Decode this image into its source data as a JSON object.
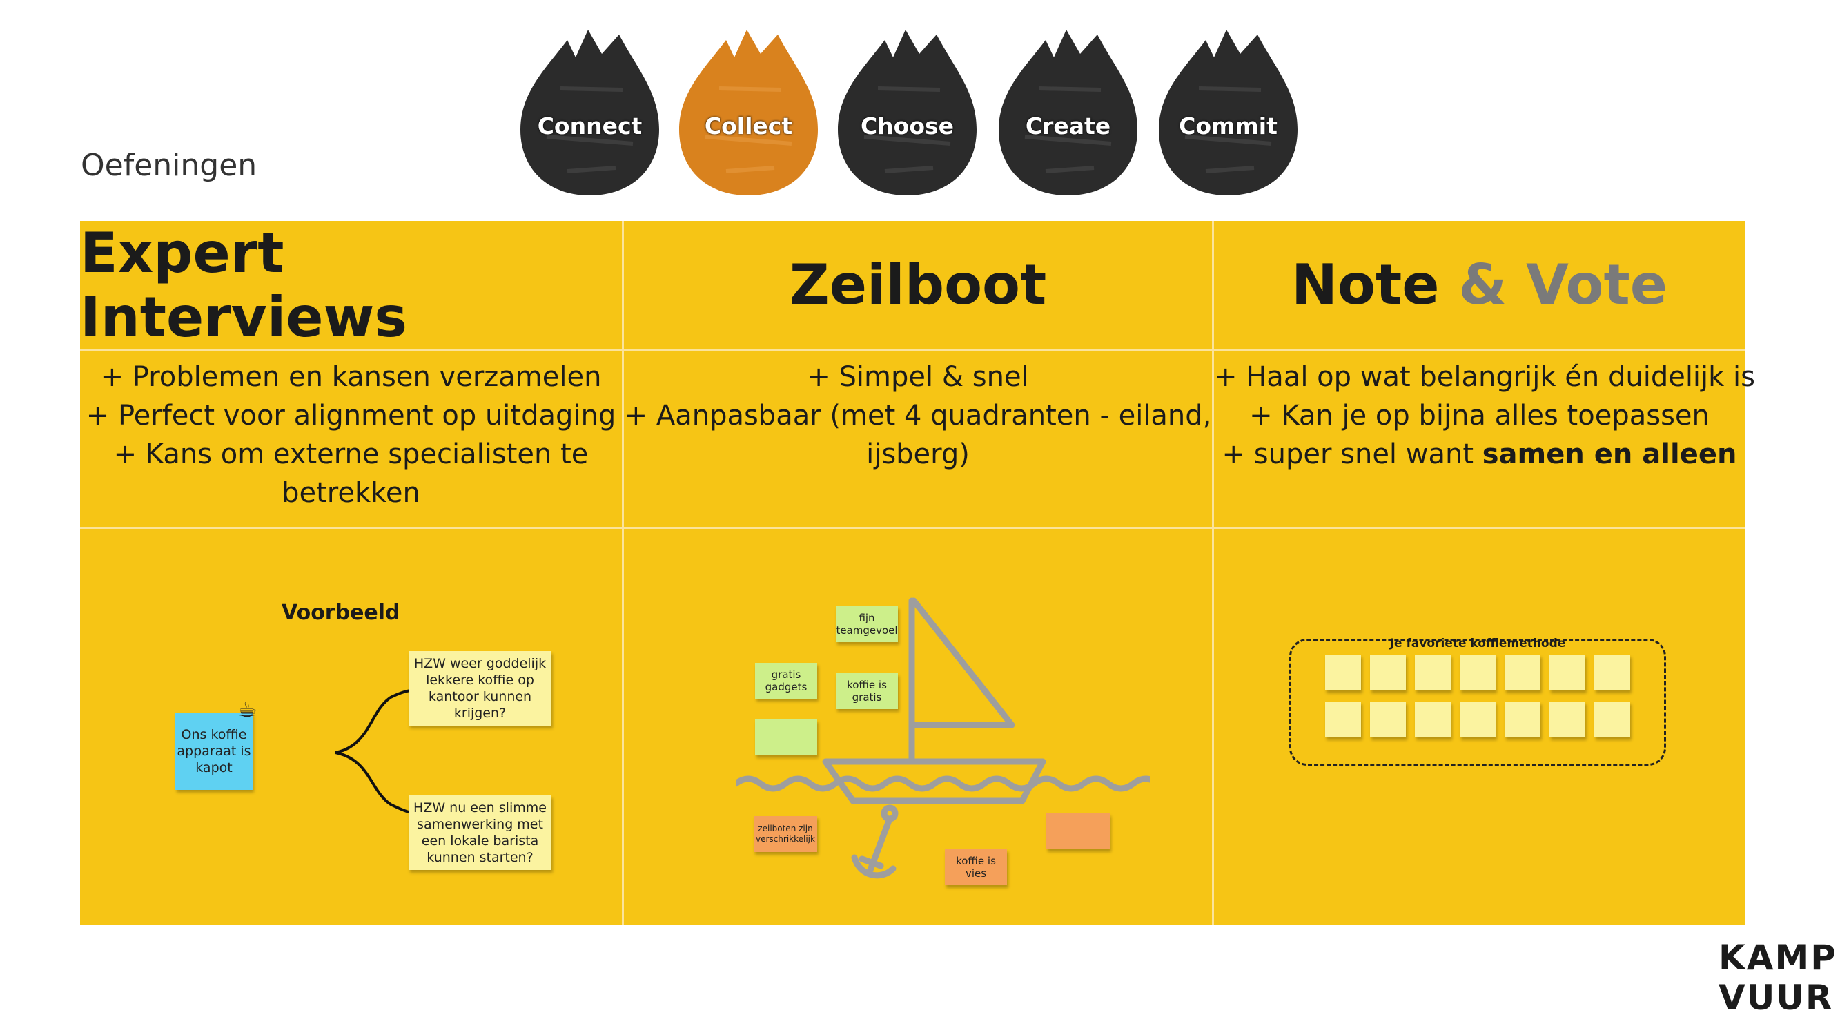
{
  "page": {
    "subtitle": "Oefeningen"
  },
  "phases": [
    {
      "label": "Connect",
      "color": "#2b2b2b",
      "active": false
    },
    {
      "label": "Collect",
      "color": "#d9821e",
      "active": true
    },
    {
      "label": "Choose",
      "color": "#2b2b2b",
      "active": false
    },
    {
      "label": "Create",
      "color": "#2b2b2b",
      "active": false
    },
    {
      "label": "Commit",
      "color": "#2b2b2b",
      "active": false
    }
  ],
  "columns": [
    {
      "title": "Expert Interviews",
      "lines": [
        "+ Problemen en kansen verzamelen",
        "+ Perfect voor alignment op uitdaging",
        "+ Kans om externe specialisten te",
        "betrekken"
      ]
    },
    {
      "title": "Zeilboot",
      "lines": [
        "+ Simpel & snel",
        "+ Aanpasbaar (met 4 quadranten - eiland,",
        "ijsberg)"
      ]
    },
    {
      "title_main": "Note",
      "title_accent": "& Vote",
      "lines": [
        "+ Haal op wat belangrijk én duidelijk is",
        "+ Kan je op bijna alles toepassen"
      ],
      "last_line_prefix": "+ super snel want ",
      "last_line_bold": "samen en alleen"
    }
  ],
  "example1": {
    "title": "Voorbeeld",
    "source_note": "Ons koffie apparaat is kapot",
    "target_note_1": "HZW weer goddelijk lekkere koffie op kantoor kunnen krijgen?",
    "target_note_2": "HZW nu een slimme samenwerking met een lokale barista kunnen starten?",
    "cup_icon": "☕"
  },
  "example2": {
    "notes": {
      "fijn": "fijn teamgevoel",
      "gratis": "gratis gadgets",
      "koffie_gratis": "koffie is gratis",
      "zeilboten": "zeilboten zijn verschrikkelijk",
      "vies": "koffie is vies"
    }
  },
  "example3": {
    "frame_title": "Je favoriete koffiemethode",
    "rows": 2,
    "per_row": 7
  },
  "brand": {
    "line1": "KAMP",
    "line2": "VUUR"
  },
  "colors": {
    "board": "#f6c515",
    "sticky_yellow": "#fbf3a0",
    "sticky_blue": "#5fd1f2",
    "sticky_green": "#cdef8a",
    "sticky_orange": "#f5a05a"
  }
}
